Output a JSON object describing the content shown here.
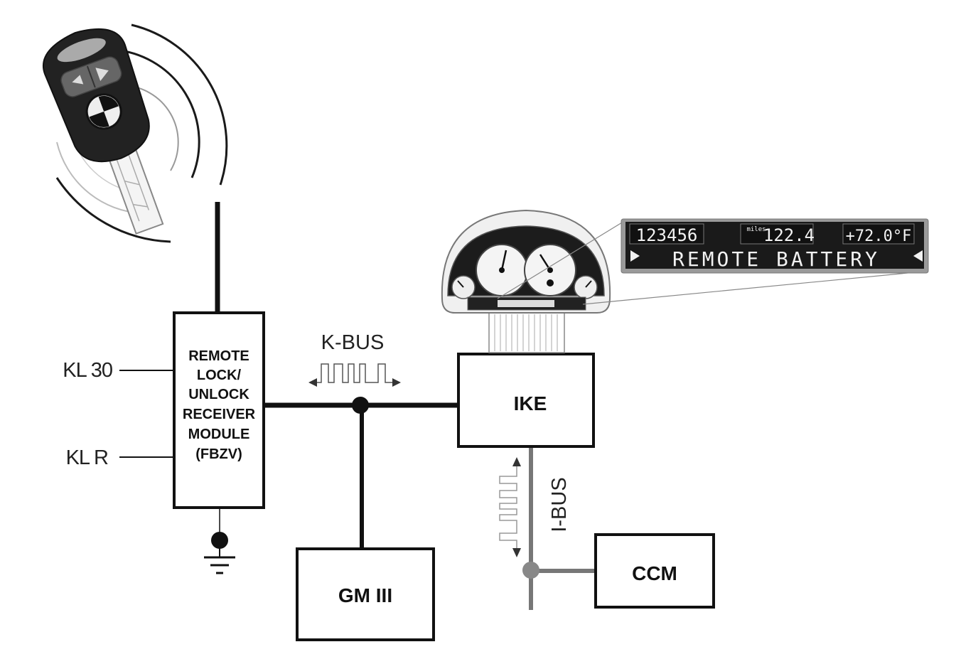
{
  "modules": {
    "fbzv": {
      "lines": [
        "REMOTE",
        "LOCK/",
        "UNLOCK",
        "RECEIVER",
        "MODULE",
        "(FBZV)"
      ]
    },
    "ike": {
      "label": "IKE"
    },
    "gm": {
      "label": "GM III"
    },
    "ccm": {
      "label": "CCM"
    }
  },
  "inputs": {
    "kl30": "KL 30",
    "klr": "KL R"
  },
  "buses": {
    "kbus": "K-BUS",
    "ibus": "I-BUS"
  },
  "display": {
    "odometer": "123456",
    "trip_unit": "miles",
    "trip": "122.4",
    "temperature": "+72.0°F",
    "message": "REMOTE BATTERY"
  },
  "icons": [
    "key-fob-icon",
    "signal-waves-icon",
    "ground-icon",
    "instrument-cluster-icon",
    "pulse-signal-icon"
  ],
  "colors": {
    "line": "#111111",
    "ibus_line": "#777777",
    "lcd_background": "#1a1a1a",
    "lcd_frame": "#9a9a9a"
  }
}
